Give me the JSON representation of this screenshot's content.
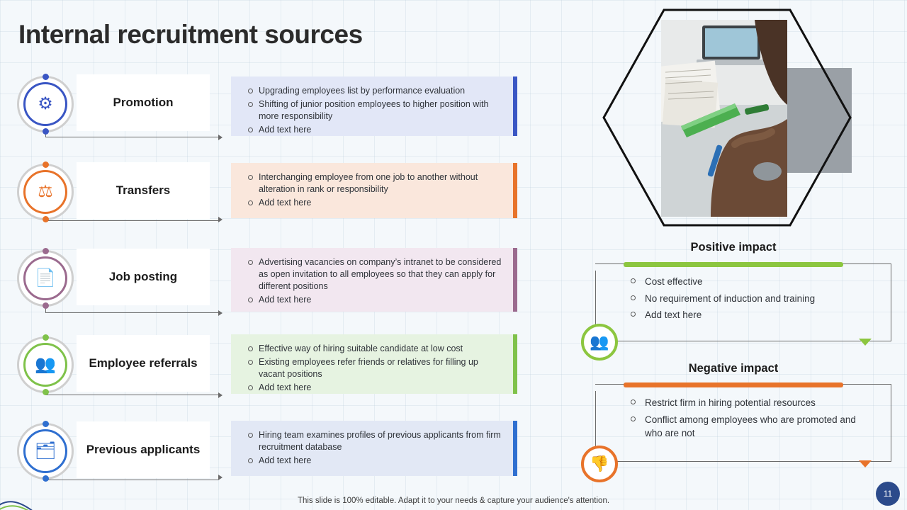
{
  "title": "Internal recruitment sources",
  "footer": "This slide is 100% editable. Adapt it to your needs & capture your audience's attention.",
  "page_number": "11",
  "colors": {
    "promotion": "#3a56c4",
    "transfers": "#e8732a",
    "job_posting": "#9b6a8e",
    "employee_referrals": "#7fc24a",
    "previous_applicants": "#2f6fd0",
    "positive": "#8cc63f",
    "negative": "#e8732a",
    "page_badge": "#2b4a8b"
  },
  "sources": [
    {
      "label": "Promotion",
      "icon": "promotion-icon",
      "icon_glyph": "⚙",
      "accent": "#3a56c4",
      "card_bg": "#e2e7f7",
      "items": [
        "Upgrading  employees list by performance  evaluation",
        "Shifting of junior  position employees to higher  position with more responsibility",
        "Add text here"
      ]
    },
    {
      "label": "Transfers",
      "icon": "transfers-icon",
      "icon_glyph": "⚖",
      "accent": "#e8732a",
      "card_bg": "#fae7dc",
      "items": [
        "Interchanging  employee from one job to another without alteration in rank or responsibility",
        "Add text here"
      ]
    },
    {
      "label": "Job posting",
      "icon": "job-posting-icon",
      "icon_glyph": "📄",
      "accent": "#9b6a8e",
      "card_bg": "#f2e7f0",
      "items": [
        "Advertising  vacancies  on company’s intranet to be considered as open invitation  to all employees so that they can apply for different  positions",
        "Add text here"
      ]
    },
    {
      "label": "Employee referrals",
      "icon": "employee-referrals-icon",
      "icon_glyph": "👥",
      "accent": "#7fc24a",
      "card_bg": "#e6f3e1",
      "items": [
        "Effective way of hiring  suitable candidate at low cost",
        "Existing employees refer friends or relatives for filling up vacant  positions",
        "Add text here"
      ]
    },
    {
      "label": "Previous applicants",
      "icon": "previous-applicants-icon",
      "icon_glyph": "🗂",
      "accent": "#2f6fd0",
      "card_bg": "#e2e8f5",
      "items": [
        "Hiring team examines profiles  of previous  applicants from firm recruitment database",
        "Add text here"
      ]
    }
  ],
  "impacts": [
    {
      "title": "Positive impact",
      "icon": "group-people-icon",
      "icon_glyph": "👥",
      "accent": "#8cc63f",
      "items": [
        "Cost effective",
        "No requirement of induction and training",
        "Add text here"
      ]
    },
    {
      "title": "Negative impact",
      "icon": "thumbs-down-icon",
      "icon_glyph": "👎",
      "accent": "#e8732a",
      "items": [
        "Restrict firm in hiring potential resources",
        "Conflict among employees who are promoted and who are not"
      ]
    }
  ]
}
